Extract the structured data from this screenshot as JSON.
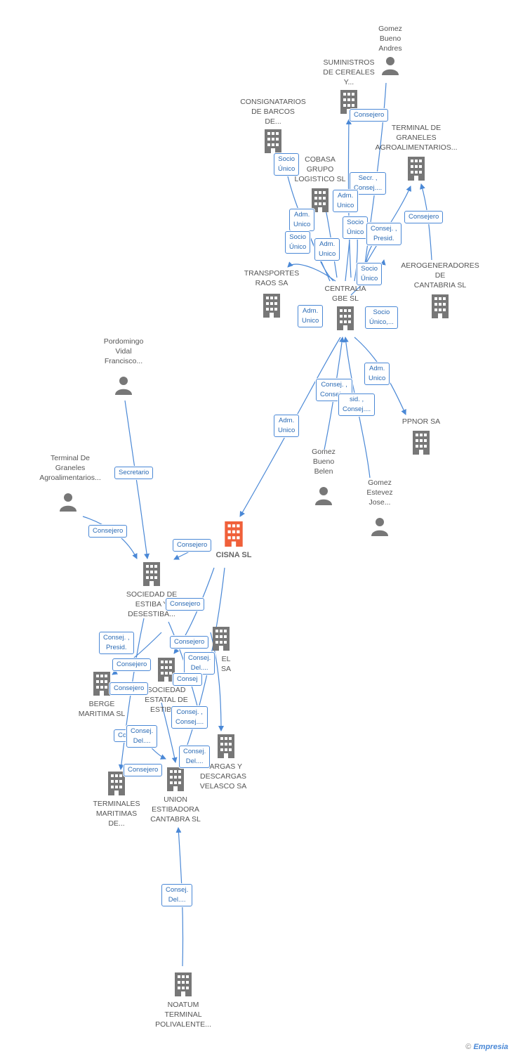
{
  "colors": {
    "edge": "#4a88d6",
    "building": "#777777",
    "focus": "#f0603a",
    "person": "#777777",
    "role_border": "#4a88d6"
  },
  "nodes": [
    {
      "id": "gomez_andres",
      "type": "person",
      "label": "Gomez\nBueno\nAndres"
    },
    {
      "id": "suministros",
      "type": "company",
      "label": "SUMINISTROS\nDE CEREALES\nY..."
    },
    {
      "id": "consignatarios",
      "type": "company",
      "label": "CONSIGNATARIOS\nDE BARCOS\nDE..."
    },
    {
      "id": "terminal_graneles_co",
      "type": "company",
      "label": "TERMINAL DE\nGRANELES\nAGROALIMENTARIOS..."
    },
    {
      "id": "cobasa",
      "type": "company",
      "label": "COBASA\nGRUPO\nLOGISTICO SL"
    },
    {
      "id": "transportes",
      "type": "company",
      "label": "TRANSPORTES\nRAOS SA"
    },
    {
      "id": "aerogeneradores",
      "type": "company",
      "label": "AEROGENERADORES\nDE\nCANTABRIA SL"
    },
    {
      "id": "centralia",
      "type": "company",
      "label": "CENTRALIA\nGBE SL"
    },
    {
      "id": "pordomingo",
      "type": "person",
      "label": "Pordomingo\nVidal\nFrancisco..."
    },
    {
      "id": "ppnor",
      "type": "company",
      "label": "PPNOR SA"
    },
    {
      "id": "terminal_graneles_p",
      "type": "person",
      "label": "Terminal De\nGraneles\nAgroalimentarios..."
    },
    {
      "id": "gomez_belen",
      "type": "person",
      "label": "Gomez\nBueno\nBelen"
    },
    {
      "id": "gomez_jose",
      "type": "person",
      "label": "Gomez\nEstevez\nJose..."
    },
    {
      "id": "cisna",
      "type": "focus",
      "label": "CISNA SL"
    },
    {
      "id": "sociedad_estiba",
      "type": "company",
      "label": "SOCIEDAD DE\nESTIBA Y\nDESESTIBA..."
    },
    {
      "id": "hotel",
      "type": "company",
      "label": "EL\n  SA"
    },
    {
      "id": "berge",
      "type": "company",
      "label": "BERGE\nMARITIMA SL"
    },
    {
      "id": "sociedad_estatal",
      "type": "company",
      "label": "SOCIEDAD\nESTATAL DE\nESTIBA..."
    },
    {
      "id": "cargas",
      "type": "company",
      "label": "CARGAS Y\nDESCARGAS\nVELASCO SA"
    },
    {
      "id": "terminales_maritimas",
      "type": "company",
      "label": "TERMINALES\nMARITIMAS\nDE..."
    },
    {
      "id": "union_estibadora",
      "type": "company",
      "label": "UNION\nESTIBADORA\nCANTABRA SL"
    },
    {
      "id": "noatum",
      "type": "company",
      "label": "NOATUM\nTERMINAL\nPOLIVALENTE..."
    }
  ],
  "roles": [
    "Consejero",
    "Socio\nÚnico",
    "Secr. ,\nConsej....",
    "Adm.\nUnico",
    "Consejero",
    "Adm.\nUnico",
    "Socio\nÚnico",
    "Socio\nÚnico",
    "Consej. ,\nPresid.",
    "Adm.\nUnico",
    "Socio\nÚnico",
    "Adm.\nUnico",
    "Socio\nÚnico,...",
    "Adm.\nUnico",
    "Consej. ,\nConsej....",
    "sid. ,\nConsej....",
    "Adm.\nUnico",
    "Secretario",
    "Consejero",
    "Consejero",
    "Consejero",
    "Consej. ,\nPresid.",
    "Consejero",
    "Consejero",
    "Consejero",
    "Consej.\nDel....",
    "Consej",
    "Consej. ,\nConsej....",
    "Co",
    "Consej.\nDel....",
    "Consej.\nDel....",
    "Consejero",
    "Consej.\nDel...."
  ],
  "footer": {
    "copyright": "©",
    "brand": "Empresia"
  }
}
